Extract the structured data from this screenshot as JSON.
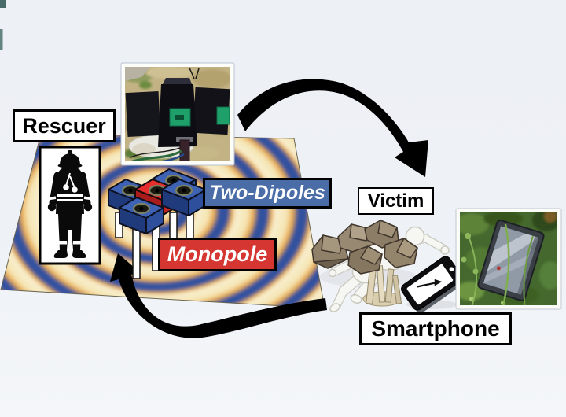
{
  "labels": {
    "rescuer": "Rescuer",
    "two_dipoles": "Two-Dipoles",
    "monopole": "Monopole",
    "victim": "Victim",
    "smartphone": "Smartphone"
  },
  "colors": {
    "background": "#eef1f6",
    "label_background": "#ffffff",
    "label_border": "#000000",
    "label_text": "#000000",
    "two_dipoles_background": "#4a6da8",
    "monopole_background": "#d63631",
    "accent_label_text": "#ffffff",
    "arrow": "#000000",
    "wave_blue": "#33519f",
    "wave_cream": "#f8efcf",
    "wave_orange": "#e9a84c",
    "array_blue": "#3e62b4",
    "array_red": "#e62e2e"
  },
  "icons": {
    "rescuer_figure": "firefighter-silhouette-icon",
    "ground_waves": "radiation-wave-ground",
    "antenna_array": "antenna-array-3d",
    "antenna_photo": "antenna-field-photo",
    "arrow_top": "curved-arrow-top",
    "arrow_bottom": "curved-arrow-bottom",
    "victim_figure": "buried-mannequin",
    "smartphone_vector": "smartphone-illustration",
    "smartphone_photo": "smartphone-grass-photo"
  }
}
